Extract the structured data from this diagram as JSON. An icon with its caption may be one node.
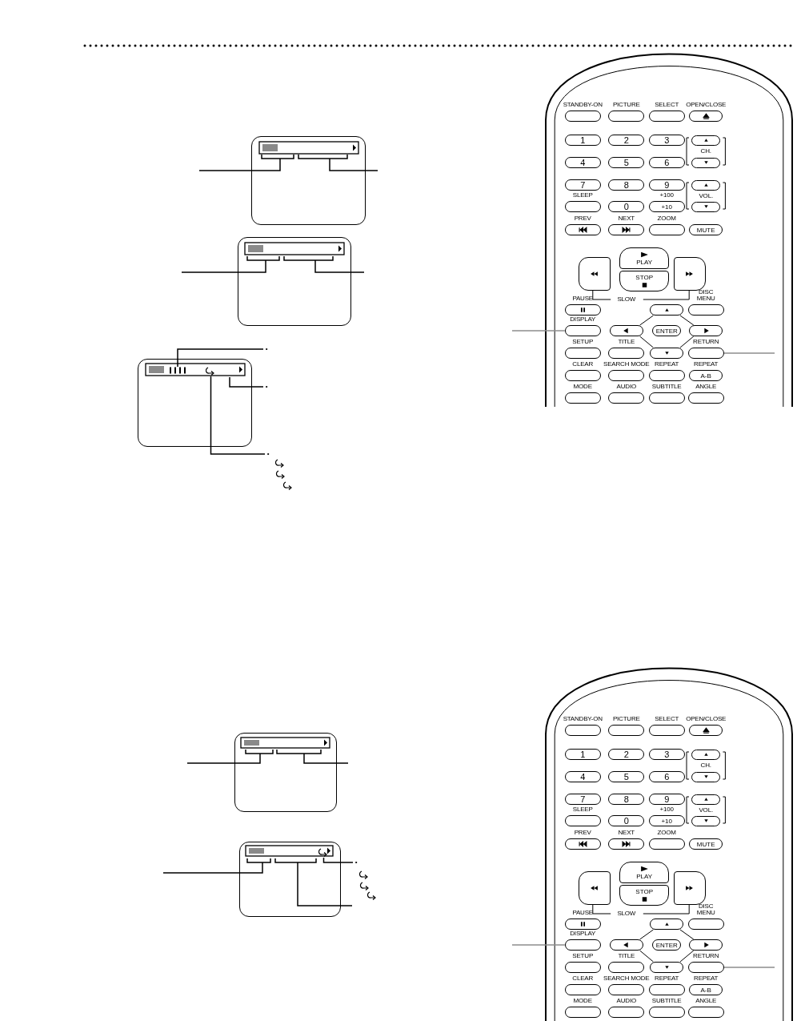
{
  "diagram": {
    "nodes": [
      {
        "text": [],
        "shape": "box"
      },
      {
        "text": [],
        "shape": "box"
      },
      {
        "text": [],
        "shape": "box"
      },
      {
        "text": [],
        "shape": "box"
      },
      {
        "text": [],
        "shape": "box"
      },
      {
        "text": [
          "•"
        ]
      },
      {
        "text": [
          "•"
        ]
      },
      {
        "text": [
          "•"
        ]
      },
      {
        "text": [
          "•"
        ]
      },
      {
        "text": [
          "STANDBY-ON"
        ]
      },
      {
        "text": [
          "PICTURE"
        ]
      },
      {
        "text": [
          "SELECT"
        ]
      },
      {
        "text": [
          "OPEN/CLOSE"
        ]
      },
      {
        "text": [
          "1"
        ]
      },
      {
        "text": [
          "2"
        ]
      },
      {
        "text": [
          "3"
        ]
      },
      {
        "text": [],
        "shape": "box"
      },
      {
        "text": [
          "4"
        ]
      },
      {
        "text": [
          "5"
        ]
      },
      {
        "text": [
          "6"
        ]
      },
      {
        "text": [],
        "shape": "box"
      },
      {
        "text": [
          "7"
        ]
      },
      {
        "text": [
          "8"
        ]
      },
      {
        "text": [
          "9"
        ]
      },
      {
        "text": [],
        "shape": "box"
      },
      {
        "text": [
          "SLEEP"
        ]
      },
      {
        "text": [
          "0"
        ]
      },
      {
        "text": [
          "+100",
          "+10"
        ]
      },
      {
        "text": [],
        "shape": "box"
      },
      {
        "text": [
          "PREV"
        ]
      },
      {
        "text": [
          "NEXT"
        ]
      },
      {
        "text": [
          "ZOOM"
        ]
      },
      {
        "text": [
          "MUTE"
        ]
      },
      {
        "text": [
          "PLAY"
        ]
      },
      {
        "text": [],
        "shape": "box"
      },
      {
        "text": [
          "STOP"
        ]
      },
      {
        "text": [],
        "shape": "box"
      },
      {
        "text": [
          "PAUSE"
        ]
      },
      {
        "text": [],
        "shape": "box"
      },
      {
        "text": [
          "DISC MENU"
        ]
      },
      {
        "text": [
          "DISPLAY"
        ]
      },
      {
        "text": [],
        "shape": "box"
      },
      {
        "text": [
          "ENTER"
        ]
      },
      {
        "text": [],
        "shape": "box"
      },
      {
        "text": [
          "SETUP"
        ]
      },
      {
        "text": [
          "TITLE"
        ]
      },
      {
        "text": [],
        "shape": "box"
      },
      {
        "text": [
          "RETURN"
        ]
      },
      {
        "text": [
          "CLEAR"
        ]
      },
      {
        "text": [
          "SEARCH MODE"
        ]
      },
      {
        "text": [
          "REPEAT"
        ]
      },
      {
        "text": [
          "REPEAT",
          "A-B"
        ]
      },
      {
        "text": [
          "MODE"
        ]
      },
      {
        "text": [
          "AUDIO"
        ]
      },
      {
        "text": [
          "SUBTITLE"
        ]
      },
      {
        "text": [
          "ANGLE"
        ]
      },
      {
        "text": [
          "STANDBY-ON"
        ]
      },
      {
        "text": [
          "PICTURE"
        ]
      },
      {
        "text": [
          "SELECT"
        ]
      },
      {
        "text": [
          "OPEN/CLOSE"
        ]
      },
      {
        "text": [
          "1"
        ]
      },
      {
        "text": [
          "2"
        ]
      },
      {
        "text": [
          "3"
        ]
      },
      {
        "text": [],
        "shape": "box"
      },
      {
        "text": [
          "4"
        ]
      },
      {
        "text": [
          "5"
        ]
      },
      {
        "text": [
          "6"
        ]
      },
      {
        "text": [],
        "shape": "box"
      },
      {
        "text": [
          "7"
        ]
      },
      {
        "text": [
          "8"
        ]
      },
      {
        "text": [
          "9"
        ]
      },
      {
        "text": [],
        "shape": "box"
      },
      {
        "text": [
          "SLEEP"
        ]
      },
      {
        "text": [
          "0"
        ]
      },
      {
        "text": [
          "+100",
          "+10"
        ]
      },
      {
        "text": [],
        "shape": "box"
      },
      {
        "text": [
          "PREV"
        ]
      },
      {
        "text": [
          "NEXT"
        ]
      },
      {
        "text": [
          "ZOOM"
        ]
      },
      {
        "text": [
          "MUTE"
        ]
      },
      {
        "text": [
          "PLAY"
        ]
      },
      {
        "text": [],
        "shape": "box"
      },
      {
        "text": [
          "STOP"
        ]
      },
      {
        "text": [],
        "shape": "box"
      },
      {
        "text": [
          "PAUSE"
        ]
      },
      {
        "text": [],
        "shape": "box"
      },
      {
        "text": [
          "DISC MENU"
        ]
      },
      {
        "text": [
          "DISPLAY"
        ]
      },
      {
        "text": [],
        "shape": "box"
      },
      {
        "text": [
          "ENTER"
        ]
      },
      {
        "text": [],
        "shape": "box"
      },
      {
        "text": [
          "SETUP"
        ]
      },
      {
        "text": [
          "TITLE"
        ]
      },
      {
        "text": [],
        "shape": "box"
      },
      {
        "text": [
          "RETURN"
        ]
      },
      {
        "text": [
          "CLEAR"
        ]
      },
      {
        "text": [
          "SEARCH MODE"
        ]
      },
      {
        "text": [
          "REPEAT"
        ]
      },
      {
        "text": [
          "REPEAT",
          "A-B"
        ]
      },
      {
        "text": [
          "MODE"
        ]
      },
      {
        "text": [
          "AUDIO"
        ]
      },
      {
        "text": [
          "SUBTITLE"
        ]
      },
      {
        "text": [
          "ANGLE"
        ]
      },
      {
        "text": [],
        "shape": "bar",
        "in": 2
      },
      {
        "text": [],
        "shape": "icon",
        "in": 2
      },
      {
        "text": [],
        "shape": "icon",
        "in": 4
      }
    ],
    "edges": [
      {
        "from": null,
        "to": 0,
        "arrow": "none"
      },
      {
        "from": null,
        "to": 0,
        "arrow": "none"
      },
      {
        "from": null,
        "to": 1,
        "arrow": "none"
      },
      {
        "from": null,
        "to": 1,
        "arrow": "none"
      },
      {
        "from": 5,
        "to": 103,
        "arrow": "none"
      },
      {
        "from": 6,
        "to": 2,
        "arrow": "none"
      },
      {
        "from": 7,
        "to": 104,
        "arrow": "none"
      },
      {
        "from": null,
        "to": 40,
        "arrow": "none",
        "color": "#8c8c8c"
      },
      {
        "from": null,
        "to": 47,
        "arrow": "none",
        "color": "#8c8c8c"
      },
      {
        "from": null,
        "to": 3,
        "arrow": "none"
      },
      {
        "from": null,
        "to": 3,
        "arrow": "none"
      },
      {
        "from": null,
        "to": 4,
        "arrow": "none"
      },
      {
        "from": 8,
        "to": 105,
        "arrow": "none"
      },
      {
        "from": null,
        "to": 4,
        "arrow": "none"
      },
      {
        "from": null,
        "to": 87,
        "arrow": "none",
        "color": "#8c8c8c"
      },
      {
        "from": null,
        "to": 94,
        "arrow": "none",
        "color": "#8c8c8c"
      }
    ],
    "labels": [
      "CH.",
      "VOL.",
      "SLOW",
      "CH.",
      "VOL.",
      "SLOW"
    ]
  }
}
